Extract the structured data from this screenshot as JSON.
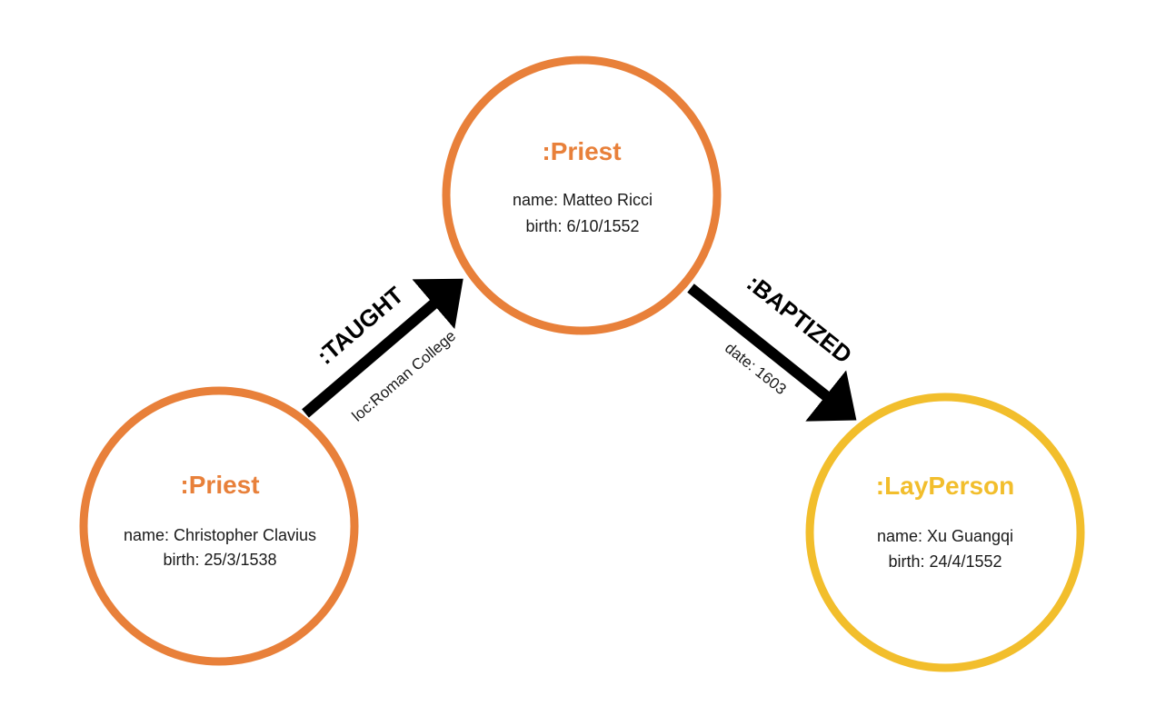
{
  "colors": {
    "priest": "#E8803A",
    "layperson": "#F2BE2C",
    "edge": "#000000"
  },
  "nodes": {
    "clavius": {
      "label": ":Priest",
      "name": "name: Christopher Clavius",
      "birth": "birth: 25/3/1538"
    },
    "ricci": {
      "label": ":Priest",
      "name": "name: Matteo Ricci",
      "birth": "birth: 6/10/1552"
    },
    "xu": {
      "label": ":LayPerson",
      "name": "name: Xu Guangqi",
      "birth": "birth: 24/4/1552"
    }
  },
  "edges": {
    "taught": {
      "type": ":TAUGHT",
      "prop": "loc:Roman College"
    },
    "baptized": {
      "type": ":BAPTIZED",
      "prop": "date: 1603"
    }
  }
}
